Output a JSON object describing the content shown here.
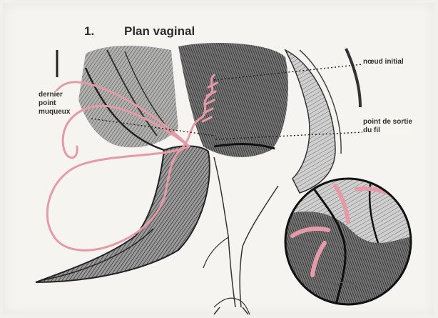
{
  "figure": {
    "number": "1.",
    "title": "Plan vaginal",
    "labels": {
      "initial_knot": "nœud initial",
      "last_point_line1": "dernier",
      "last_point_line2": "point",
      "last_point_line3": "muqueux",
      "exit_point_line1": "point de sortie",
      "exit_point_line2": "du fil"
    }
  },
  "colors": {
    "suture": "#e59aa8",
    "ink": "#2a2a2a",
    "paper": "#f6f4f0"
  }
}
